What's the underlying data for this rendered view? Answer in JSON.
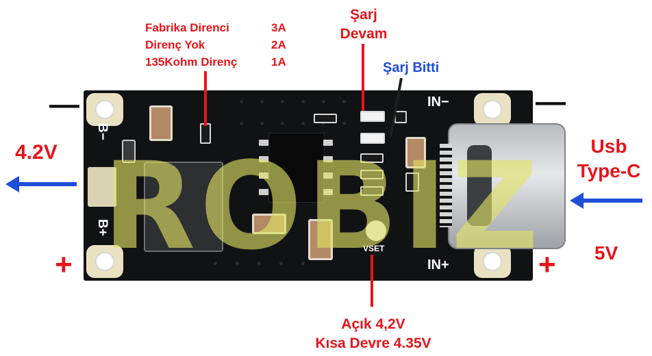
{
  "resistor_table": {
    "rows": [
      {
        "name": "Fabrika Direnci",
        "current": "3A"
      },
      {
        "name": "Direnç Yok",
        "current": "2A"
      },
      {
        "name": "135Kohm Direnç",
        "current": "1A"
      }
    ]
  },
  "charge_continue": {
    "line1": "Şarj",
    "line2": "Devam"
  },
  "charge_done": "Şarj Bitti",
  "left_voltage": "4.2V",
  "usb_label": {
    "line1": "Usb",
    "line2": "Type-C"
  },
  "input_voltage": "5V",
  "minus_sign": "—",
  "plus_sign": "+",
  "pcb": {
    "b_minus": "B−",
    "b_plus": "B+",
    "in_minus": "IN−",
    "in_plus": "IN+",
    "vset": "VSET",
    "watermark": "ROBIZ"
  },
  "vset_note": {
    "line1": "Açık 4,2V",
    "line2": "Kısa Devre 4.35V"
  },
  "colors": {
    "label_red": "#e8141b",
    "label_blue": "#1f4fd8",
    "board": "#111214",
    "watermark": "#e2e464"
  }
}
